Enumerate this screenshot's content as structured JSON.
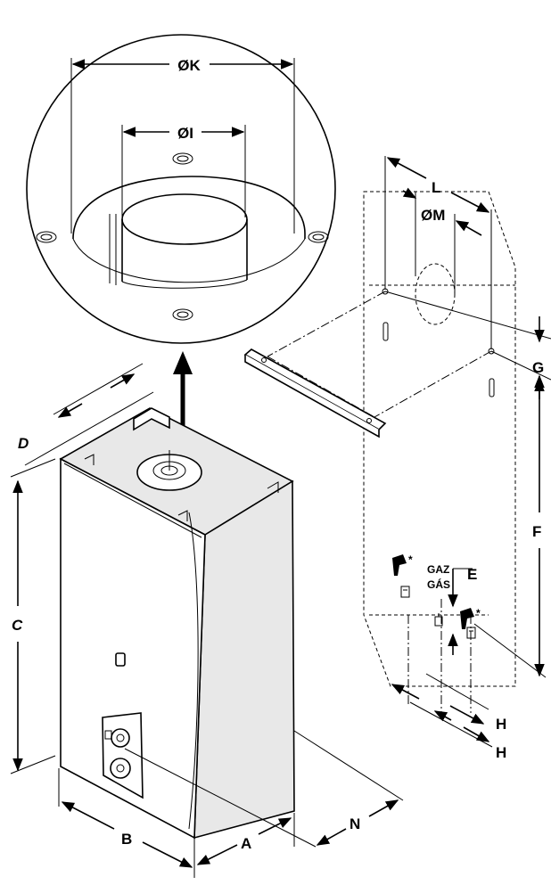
{
  "labels": {
    "dim_k": "ØK",
    "dim_i": "ØI",
    "dim_m": "ØM",
    "dim_l": "L",
    "dim_g": "G",
    "dim_f": "F",
    "dim_e": "E",
    "dim_h1": "H",
    "dim_h2": "H",
    "dim_d": "D",
    "dim_c": "C",
    "dim_b": "B",
    "dim_a": "A",
    "dim_n": "N",
    "gas_line1": "GAZ",
    "gas_line2": "GÁS"
  },
  "icons": [
    "hot-water-tap-icon",
    "cold-water-tap-icon",
    "gas-valve-icon",
    "water-heater-icon"
  ]
}
